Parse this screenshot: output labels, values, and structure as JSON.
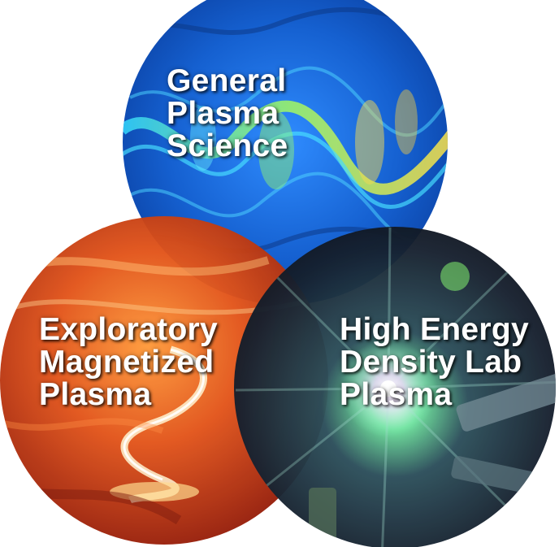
{
  "diagram": {
    "circles": [
      {
        "key": "general",
        "lines": [
          "General",
          "Plasma",
          "Science"
        ],
        "color": "#1e6fd9"
      },
      {
        "key": "exploratory",
        "lines": [
          "Exploratory",
          "Magnetized",
          "Plasma"
        ],
        "color": "#c8320a"
      },
      {
        "key": "hed",
        "lines": [
          "High Energy",
          "Density Lab",
          "Plasma"
        ],
        "color": "#1b2a3a"
      }
    ]
  }
}
